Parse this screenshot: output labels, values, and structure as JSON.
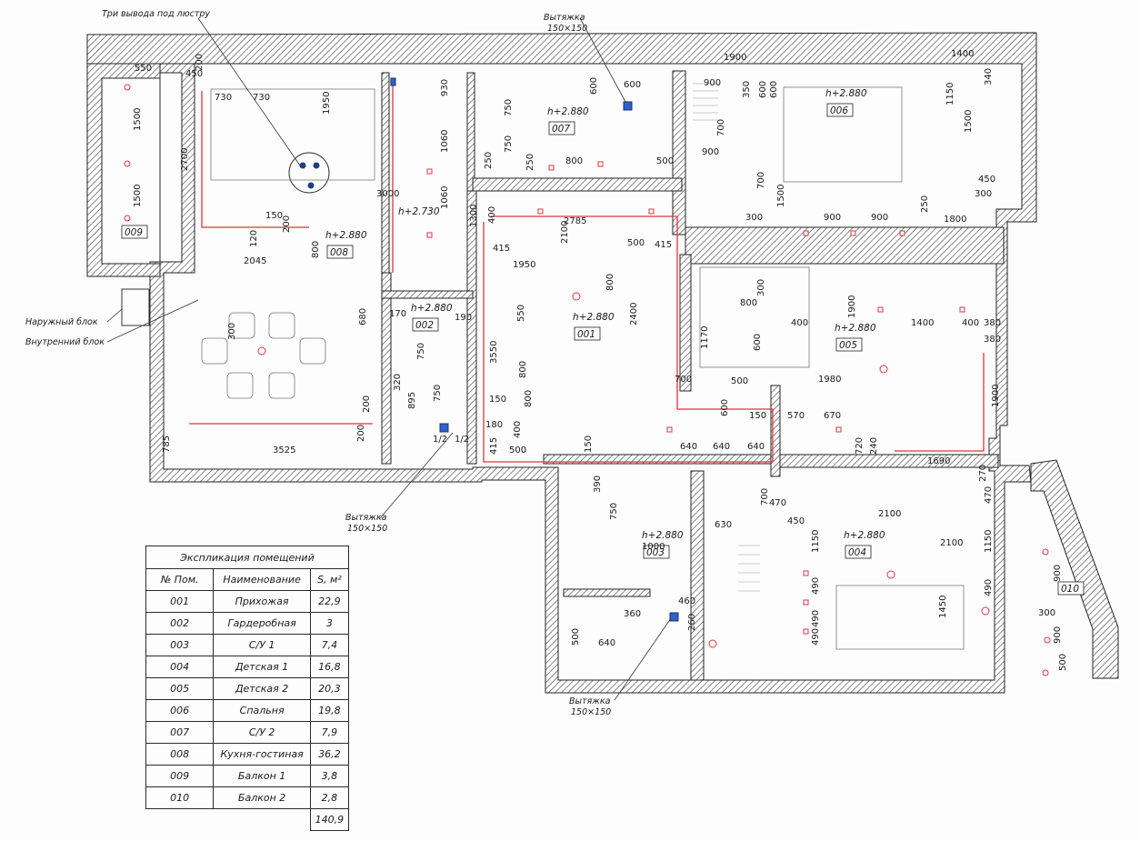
{
  "annotations": {
    "chandelier": "Три вывода под люстру",
    "exhaust_label": "Вытяжка",
    "exhaust_size": "150×150",
    "outdoor_unit": "Наружный блок",
    "indoor_unit": "Внутренний блок"
  },
  "rooms": [
    {
      "num": "001",
      "height": "h+2.880"
    },
    {
      "num": "002",
      "height": "h+2.880"
    },
    {
      "num": "003",
      "height": "h+2.880"
    },
    {
      "num": "004",
      "height": "h+2.880"
    },
    {
      "num": "005",
      "height": "h+2.880"
    },
    {
      "num": "006",
      "height": "h+2.880"
    },
    {
      "num": "007",
      "height": "h+2.880"
    },
    {
      "num": "008",
      "height": "h+2.880"
    },
    {
      "num": "009",
      "height": ""
    },
    {
      "num": "010",
      "height": ""
    }
  ],
  "extra_height": "h+2.730",
  "dimensions": [
    "550",
    "450",
    "200",
    "730",
    "730",
    "1950",
    "930",
    "1060",
    "1060",
    "3000",
    "2700",
    "1500",
    "1500",
    "150",
    "120",
    "200",
    "2045",
    "800",
    "1300",
    "600",
    "600",
    "750",
    "750",
    "250",
    "250",
    "800",
    "500",
    "1900",
    "1400",
    "900",
    "350",
    "600",
    "600",
    "340",
    "1150",
    "700",
    "1500",
    "900",
    "700",
    "1500",
    "300",
    "450",
    "300",
    "900",
    "900",
    "250",
    "1800",
    "400",
    "2785",
    "2100",
    "500",
    "415",
    "415",
    "1950",
    "800",
    "2400",
    "550",
    "800",
    "800",
    "150",
    "3550",
    "400",
    "500",
    "180",
    "150",
    "190",
    "170",
    "680",
    "750",
    "750",
    "320",
    "895",
    "200",
    "3525",
    "200",
    "785",
    "1/2",
    "1/2",
    "415",
    "640",
    "640",
    "640",
    "600",
    "150",
    "800",
    "300",
    "400",
    "1900",
    "1400",
    "400",
    "380",
    "1170",
    "600",
    "700",
    "500",
    "1980",
    "570",
    "670",
    "720",
    "240",
    "1690",
    "1900",
    "380",
    "390",
    "750",
    "1000",
    "700",
    "630",
    "470",
    "450",
    "2100",
    "2100",
    "1150",
    "490",
    "490",
    "490",
    "1450",
    "1150",
    "490",
    "470",
    "460",
    "360",
    "260",
    "640",
    "500",
    "900",
    "900",
    "300",
    "500",
    "300",
    "270",
    "240"
  ],
  "explication": {
    "title": "Экспликация помещений",
    "headers": [
      "№ Пом.",
      "Наименование",
      "S, м²"
    ],
    "rows": [
      [
        "001",
        "Прихожая",
        "22,9"
      ],
      [
        "002",
        "Гардеробная",
        "3"
      ],
      [
        "003",
        "С/У 1",
        "7,4"
      ],
      [
        "004",
        "Детская 1",
        "16,8"
      ],
      [
        "005",
        "Детская 2",
        "20,3"
      ],
      [
        "006",
        "Спальня",
        "19,8"
      ],
      [
        "007",
        "С/У 2",
        "7,9"
      ],
      [
        "008",
        "Кухня-гостиная",
        "36,2"
      ],
      [
        "009",
        "Балкон 1",
        "3,8"
      ],
      [
        "010",
        "Балкон 2",
        "2,8"
      ]
    ],
    "total": "140,9"
  },
  "colors": {
    "wall_hatch": "#555555",
    "wiring": "#d9363e",
    "ink": "#1a1a1a",
    "exhaust_fan": "#2f62c8"
  }
}
